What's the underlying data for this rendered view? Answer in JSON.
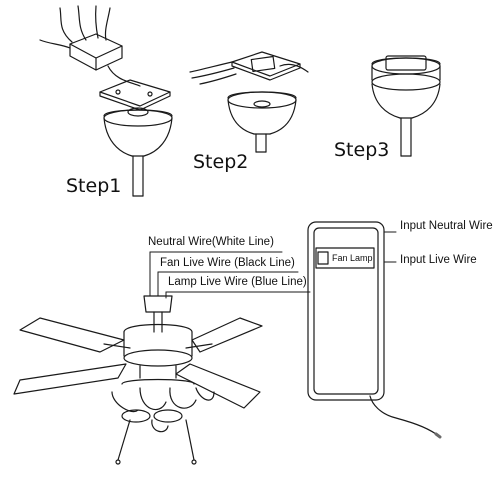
{
  "steps": [
    {
      "label": "Step1"
    },
    {
      "label": "Step2"
    },
    {
      "label": "Step3"
    }
  ],
  "wiring": {
    "neutral_wire": "Neutral Wire(White Line)",
    "fan_live_wire": "Fan Live Wire (Black Line)",
    "lamp_live_wire": "Lamp Live Wire (Blue Line)"
  },
  "receiver": {
    "input_neutral": "Input Neutral Wire",
    "input_live": "Input Live Wire",
    "button_label": "Fan Lamp"
  },
  "colors": {
    "line": "#1a1a1a",
    "connector": "#6a6a6a",
    "background": "#ffffff"
  }
}
